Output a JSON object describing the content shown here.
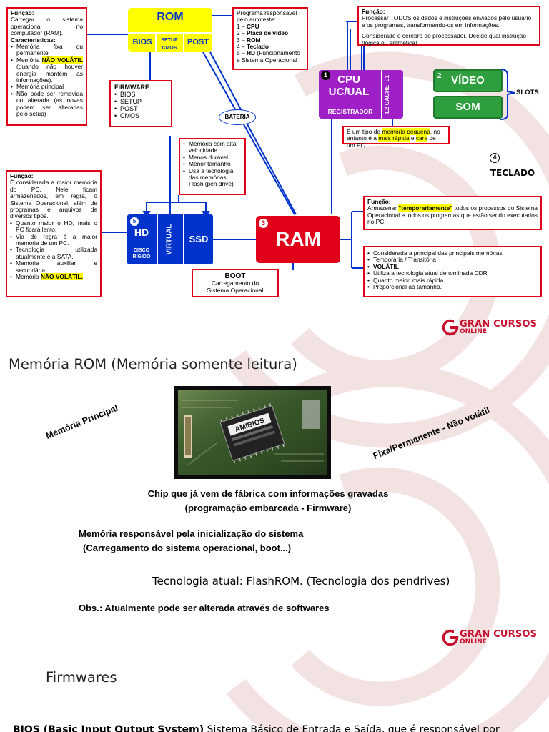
{
  "diagram": {
    "rom": {
      "title": "ROM",
      "bios": "BIOS",
      "setup": "SETUP",
      "cmos": "CMOS",
      "post": "POST"
    },
    "funcao_rom": {
      "title": "Função:",
      "text": "Carregar o sistema operacional no computador (RAM).",
      "caracteristicas_title": "Características:",
      "items": [
        {
          "pre": "Memória fixa ou permanente",
          "hl": "",
          "post": ""
        },
        {
          "pre": "Memória ",
          "hl": "NÃO VOLÁTIL",
          "post": " (quando não houver energia mantém as informações)."
        },
        {
          "pre": "Memória principal",
          "hl": "",
          "post": ""
        },
        {
          "pre": "Não pode ser removida ou alterada (as novas podem ser alteradas pelo setup)",
          "hl": "",
          "post": ""
        }
      ]
    },
    "firmware": {
      "title": "FIRMWARE",
      "items": [
        "BIOS",
        "SETUP",
        "POST",
        "CMOS"
      ]
    },
    "autoteste": {
      "intro": "Programa responsável pelo autoteste:",
      "items": [
        {
          "n": "1 – ",
          "b": "CPU",
          "rest": ""
        },
        {
          "n": "2 – ",
          "b": "Placa de vídeo",
          "rest": ""
        },
        {
          "n": "3 – ",
          "b": "ROM",
          "rest": ""
        },
        {
          "n": "4 – ",
          "b": "Teclado",
          "rest": ""
        },
        {
          "n": "5 – ",
          "b": "HD",
          "rest": " (Funcionamento e Sistema Operacional"
        }
      ]
    },
    "funcao_cpu": {
      "title": "Função:",
      "text": "Processar TODOS os dados e instruções enviados pelo usuário e os programas, transformando-os em informações.",
      "text2": "Considerado o cérebro do processador. Decide qual instrução (lógica ou aritmética)"
    },
    "cpu": {
      "num": "1",
      "line1": "CPU",
      "line2": "UC/UAL",
      "registrador": "REGISTRADOR",
      "cache1": "L2 CACHE",
      "cache2": "L1"
    },
    "cache_note": {
      "t1": "É um tipo de ",
      "h1": "memória pequena",
      "t2": ", no entanto é a ",
      "h2": "mais rápida",
      "t3": " e ",
      "h3": "cara",
      "t4": " de um PC."
    },
    "video": {
      "num": "2",
      "label": "VÍDEO"
    },
    "som": {
      "label": "SOM"
    },
    "slots": "SLOTS",
    "teclado": {
      "num": "4",
      "label": "TECLADO"
    },
    "bateria": "BATERIA",
    "flash": {
      "items": [
        "Memória com alta velocidade",
        "Menos durável",
        "Menor tamanho",
        "Usa a tecnologia das memórias Flash (pen drive)"
      ]
    },
    "funcao_hd": {
      "title": "Função:",
      "text": "É considerada a maior memória do PC. Nele ficam armazenados, em regra, o Sistema Operacional, além de programas e arquivos de diversos tipos.",
      "items": [
        {
          "pre": "Quanto maior o HD, mais o PC ficará lento.",
          "hl": ""
        },
        {
          "pre": "Via de regra é a maior memória de um PC.",
          "hl": ""
        },
        {
          "pre": "Tecnologia utilizada atualmente é a SATA.",
          "hl": ""
        },
        {
          "pre": "Memória auxiliar e secundária.",
          "hl": ""
        },
        {
          "pre": "Memória ",
          "hl": "NÃO VOLÁTIL."
        }
      ]
    },
    "hd": {
      "num": "5",
      "hd": "HD",
      "disco": "DISCO",
      "rigido": "RÍGIDO",
      "virtual": "VIRTUAL",
      "ssd": "SSD"
    },
    "ram": {
      "num": "3",
      "label": "RAM"
    },
    "boot": {
      "title": "BOOT",
      "line1": "Carregamento do",
      "line2": "Sistema Operacional"
    },
    "funcao_ram": {
      "title": "Função:",
      "t1": "Armazenar ",
      "hl": "\"temporariamente\"",
      "t2": " todos os processos do Sistema Operacional e todos os programas que estão sendo executados no PC"
    },
    "ram_caracteristicas": {
      "items": [
        {
          "text": "Considerada a principal das principais memórias",
          "bold": false
        },
        {
          "text": "Temporária / Transitória",
          "bold": false
        },
        {
          "text": "VOLÁTIL",
          "bold": true
        },
        {
          "text": "Utiliza a tecnologia atual denominada DDR",
          "bold": false
        },
        {
          "text": "Quanto maior, mais rápida.",
          "bold": false
        },
        {
          "text": "Proporcional ao tamanho.",
          "bold": false
        }
      ]
    }
  },
  "logo": {
    "line1": "GRAN CURSOS",
    "line2": "ONLINE"
  },
  "slide2": {
    "heading": "Memória ROM (Memória somente leitura)",
    "left_rotated": "Memória Principal",
    "right_rotated": "Fixa/Permanente - Não volátil",
    "line1": "Chip que já vem de fábrica com informações gravadas",
    "line2": "(programação embarcada - Firmware)",
    "line3": "Memória responsável pela inicialização do sistema",
    "line4": "(Carregamento do sistema operacional, boot...)",
    "line5": "Tecnologia atual: FlashROM. (Tecnologia dos pendrives)",
    "line6": "Obs.: Atualmente pode ser alterada através de softwares",
    "chip_label": "AMIBIOS"
  },
  "slide3": {
    "heading": "Firmwares",
    "bios_bold": "BIOS (Basic Input Output System)",
    "bios_rest": " Sistema Básico de Entrada e Saída, que é responsável por"
  },
  "colors": {
    "red": "#e0001a",
    "blue": "#0033cc",
    "yellow": "#ffff00",
    "purple": "#a020c8",
    "green": "#2e9e3e",
    "brand": "#c8102e"
  }
}
